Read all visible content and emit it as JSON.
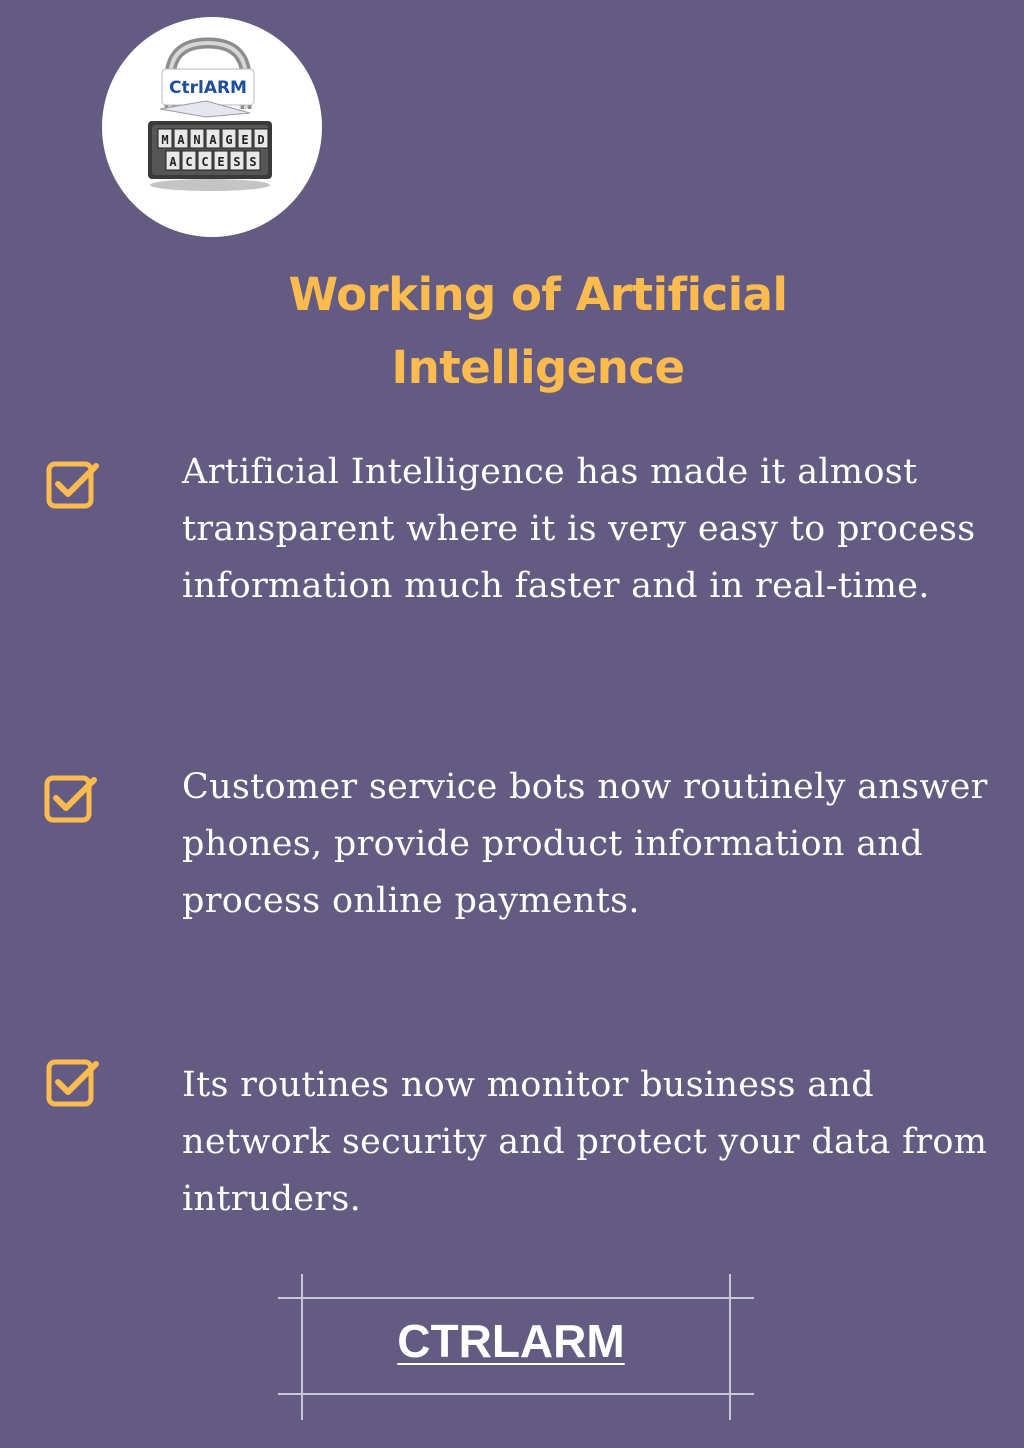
{
  "logo": {
    "top_text": "CtrlARM",
    "row1": [
      "M",
      "A",
      "N",
      "A",
      "G",
      "E",
      "D"
    ],
    "row2": [
      "A",
      "C",
      "C",
      "E",
      "S",
      "S"
    ]
  },
  "title": "Working of Artificial Intelligence",
  "bullets": [
    {
      "icon": "checkbox-checked-icon",
      "text": "Artificial Intelligence has made it almost transparent where it is very easy to process information much faster and in real-time."
    },
    {
      "icon": "checkbox-checked-icon",
      "text": "Customer service bots now routinely answer phones, provide product information and process online payments."
    },
    {
      "icon": "checkbox-checked-icon",
      "text": "Its routines now monitor business and network security and protect your data from intruders."
    }
  ],
  "brand": "CTRLARM",
  "colors": {
    "background": "#635b82",
    "accent": "#fbbb4f",
    "text": "#ffffff",
    "frame_lines": "#c9c6d6"
  }
}
